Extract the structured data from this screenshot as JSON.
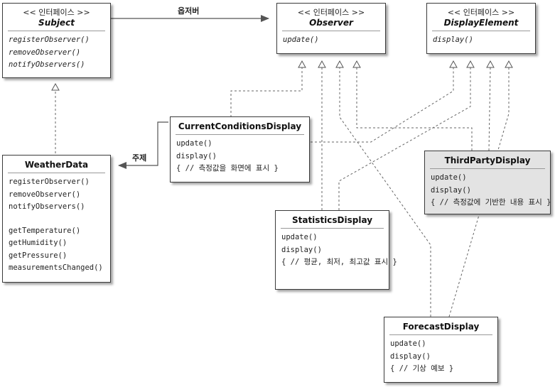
{
  "subject": {
    "stereotype": "<< 인터페이스 >>",
    "name": "Subject",
    "methods": [
      "registerObserver()",
      "removeObserver()",
      "notifyObservers()"
    ]
  },
  "observer": {
    "stereotype": "<< 인터페이스 >>",
    "name": "Observer",
    "methods": [
      "update()"
    ]
  },
  "display_element": {
    "stereotype": "<< 인터페이스 >>",
    "name": "DisplayElement",
    "methods": [
      "display()"
    ]
  },
  "weather_data": {
    "name": "WeatherData",
    "methods": [
      "registerObserver()",
      "removeObserver()",
      "notifyObservers()"
    ],
    "methods2": [
      "getTemperature()",
      "getHumidity()",
      "getPressure()",
      "measurementsChanged()"
    ]
  },
  "current_conditions": {
    "name": "CurrentConditionsDisplay",
    "methods": [
      "update()",
      "display()",
      "{ // 측정값을 화면에 표시 }"
    ]
  },
  "third_party": {
    "name": "ThirdPartyDisplay",
    "methods": [
      "update()",
      "display()",
      "{ // 측정값에 기반한 내용 표시 }"
    ]
  },
  "statistics": {
    "name": "StatisticsDisplay",
    "methods": [
      "update()",
      "display()",
      "{ // 평균, 최저, 최고값 표시 }"
    ]
  },
  "forecast": {
    "name": "ForecastDisplay",
    "methods": [
      "update()",
      "display()",
      "{ // 기상 예보 }"
    ]
  },
  "labels": {
    "observer_edge": "옵저버",
    "subject_edge": "주제"
  }
}
